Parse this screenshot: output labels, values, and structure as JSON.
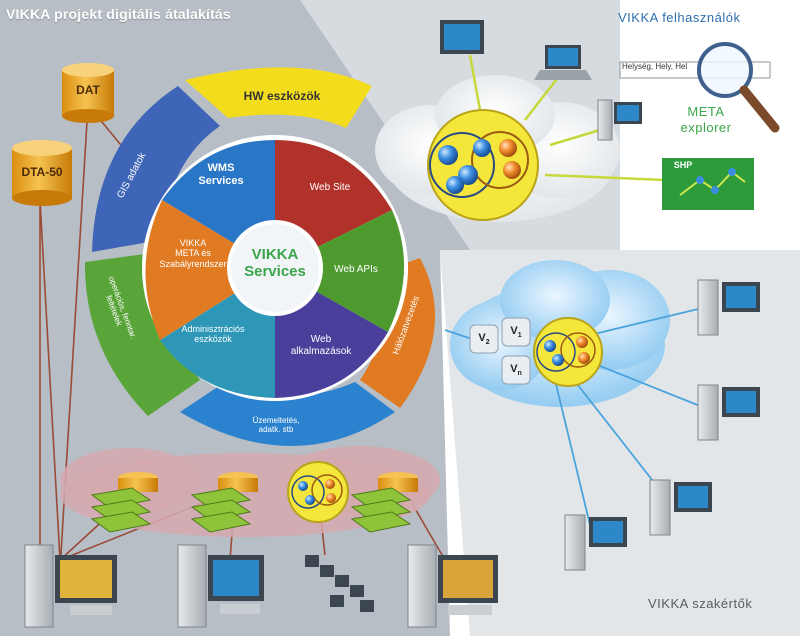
{
  "title": "VIKKA projekt digitális átalakítás",
  "users_label": "VIKKA felhasználók",
  "experts_label": "VIKKA szakértők",
  "meta_explorer": {
    "line1": "META",
    "line2": "explorer",
    "search_text": "Helység, Hely, Hel"
  },
  "databases": {
    "dat": "DAT",
    "dta": "DTA-50"
  },
  "center": {
    "line1": "VIKKA",
    "line2": "Services"
  },
  "puzzle": {
    "wms_l1": "WMS",
    "wms_l2": "Services",
    "website": "Web Site",
    "meta_l1": "VIKKA",
    "meta_l2": "META és",
    "meta_l3": "Szabályrendszer",
    "webapis": "Web APIs",
    "admin_l1": "Adminisztrációs",
    "admin_l2": "eszközök",
    "webapps_l1": "Web",
    "webapps_l2": "alkalmazások"
  },
  "ring": {
    "hw": "HW eszközök",
    "gis": "GIS adatok",
    "op_l1": "operációs, fenntar.",
    "op_l2": "feltételek",
    "network": "Hálózatvezetés",
    "bottom_l1": "Üzemeltetés,",
    "bottom_l2": "adatk. stb"
  },
  "versions": {
    "v2": "V",
    "v2s": "2",
    "v1": "V",
    "v1s": "1",
    "vn": "V",
    "vns": "n"
  },
  "shp_label": "SHP",
  "colors": {
    "panel": "#b4bcc4",
    "blue": "#2a76c6",
    "red": "#b0322a",
    "green": "#4e9a2e",
    "orange": "#e07b24",
    "purple": "#4a3f9a",
    "teal": "#2e97b8",
    "yellow": "#f3dc1c"
  }
}
